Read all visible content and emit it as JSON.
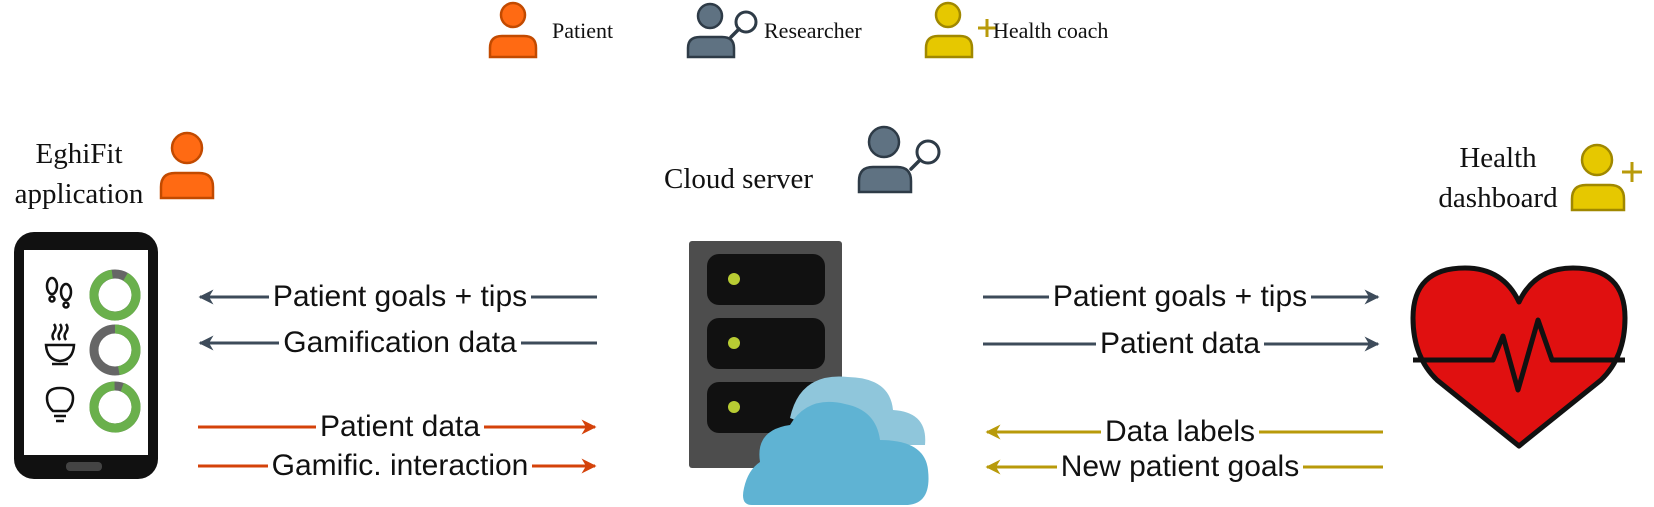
{
  "legend": {
    "patient": "Patient",
    "researcher": "Researcher",
    "health_coach": "Health coach"
  },
  "nodes": {
    "app": {
      "line1": "EghiFit",
      "line2": "application"
    },
    "server": {
      "label": "Cloud server"
    },
    "dashboard": {
      "line1": "Health",
      "line2": "dashboard"
    }
  },
  "flows": {
    "server_to_app_goals": "Patient goals + tips",
    "server_to_app_gamification": "Gamification data",
    "app_to_server_data": "Patient data",
    "app_to_server_interaction": "Gamific. interaction",
    "server_to_dashboard_goals": "Patient goals + tips",
    "server_to_dashboard_data": "Patient data",
    "dashboard_to_server_labels": "Data labels",
    "dashboard_to_server_goals": "New patient goals"
  },
  "colors": {
    "patient": "#ff6a13",
    "researcher": "#5f7282",
    "health_coach": "#e6c800",
    "arrow_dark": "#3d4b5a",
    "arrow_orange": "#d4420a",
    "arrow_gold": "#b89a0a",
    "ring_green": "#6ab04c",
    "ring_gray": "#666666",
    "heart_red": "#e01010",
    "cloud_blue": "#5fb3d3"
  },
  "icons": {
    "patient": "person-icon",
    "researcher": "person-magnifier-icon",
    "health_coach": "person-plus-icon",
    "steps": "footsteps-icon",
    "food": "bowl-icon",
    "tips": "lightbulb-icon"
  }
}
